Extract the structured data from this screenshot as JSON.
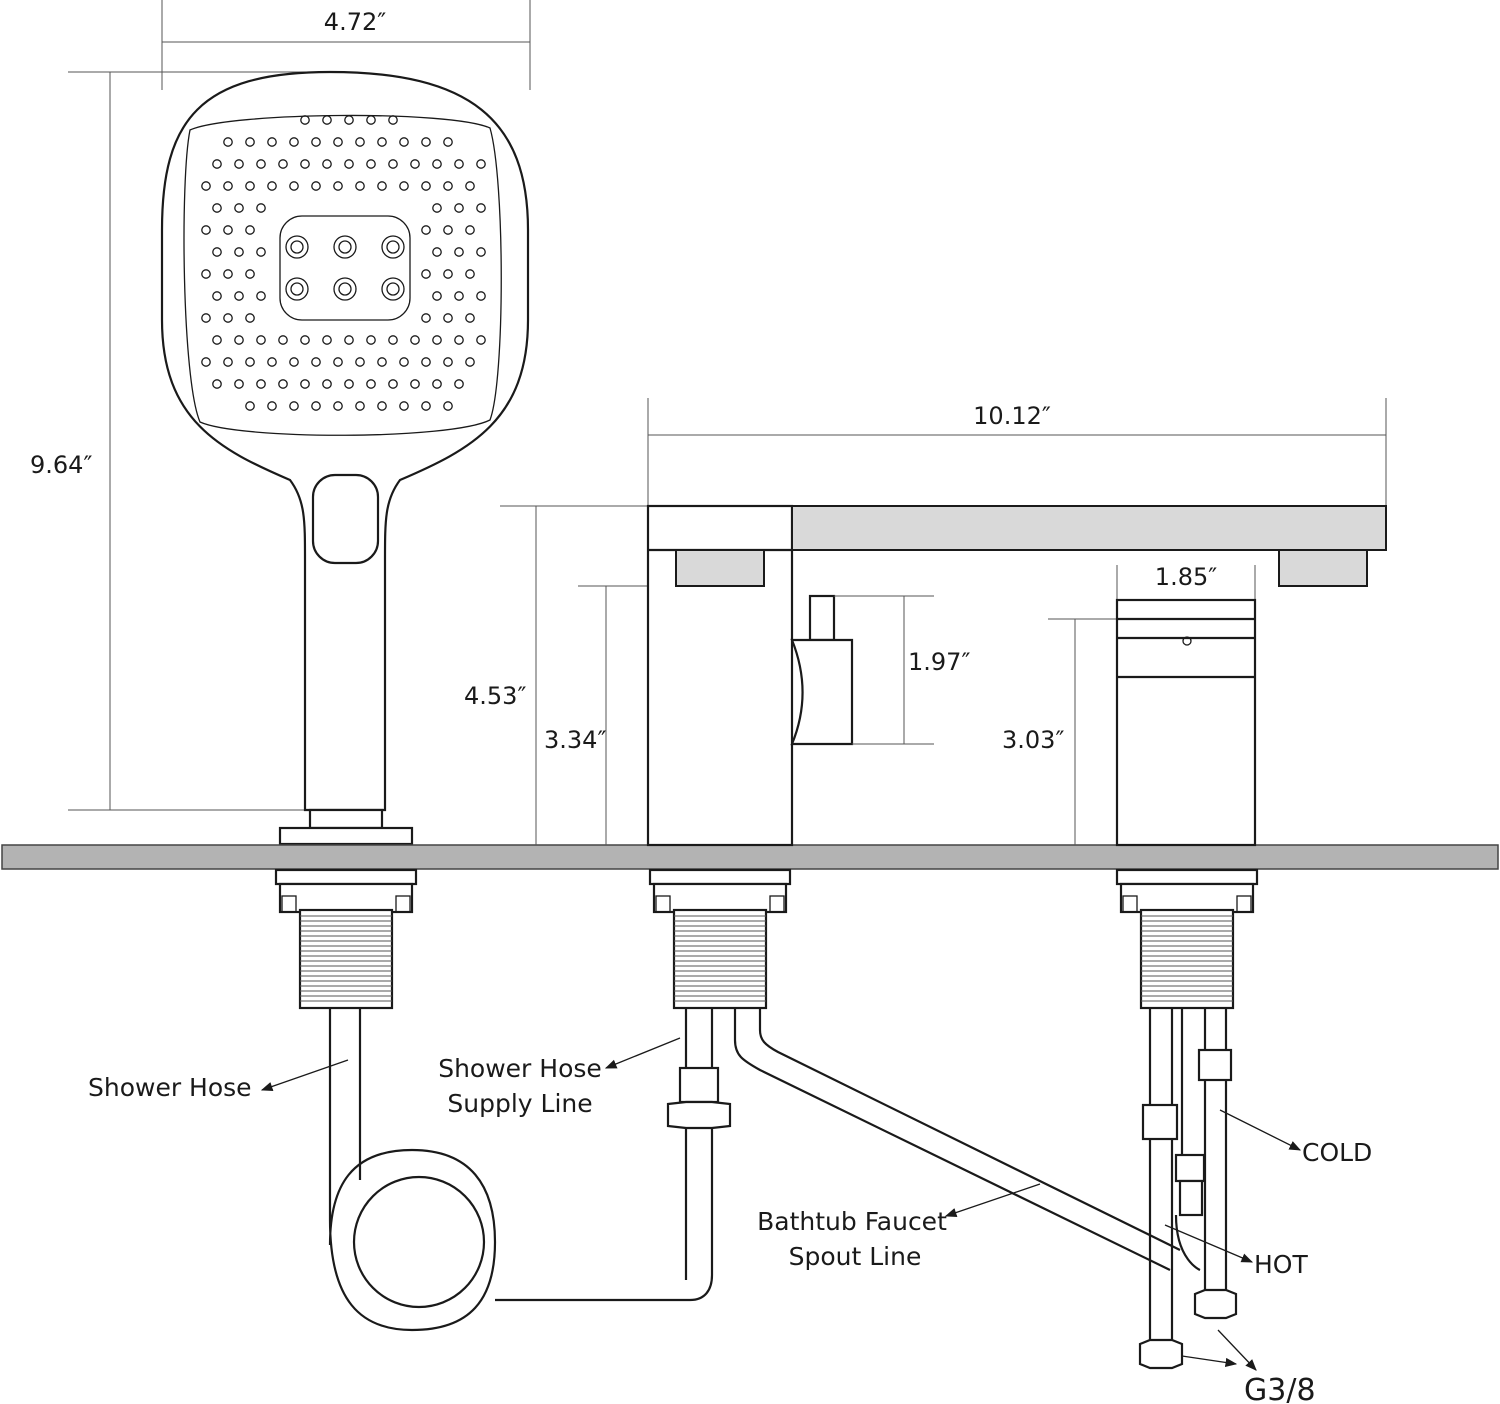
{
  "dimensions": {
    "handshower_width": "4.72″",
    "handshower_height": "9.64″",
    "spout_length": "10.12″",
    "spout_height": "4.53″",
    "valve_height": "3.34″",
    "handle_height": "1.97″",
    "diverter_width": "1.85″",
    "diverter_height": "3.03″"
  },
  "labels": {
    "shower_hose": "Shower Hose",
    "supply_line_1": "Shower Hose",
    "supply_line_2": "Supply Line",
    "spout_line_1": "Bathtub Faucet",
    "spout_line_2": "Spout Line",
    "cold": "COLD",
    "hot": "HOT",
    "thread": "G3/8"
  }
}
